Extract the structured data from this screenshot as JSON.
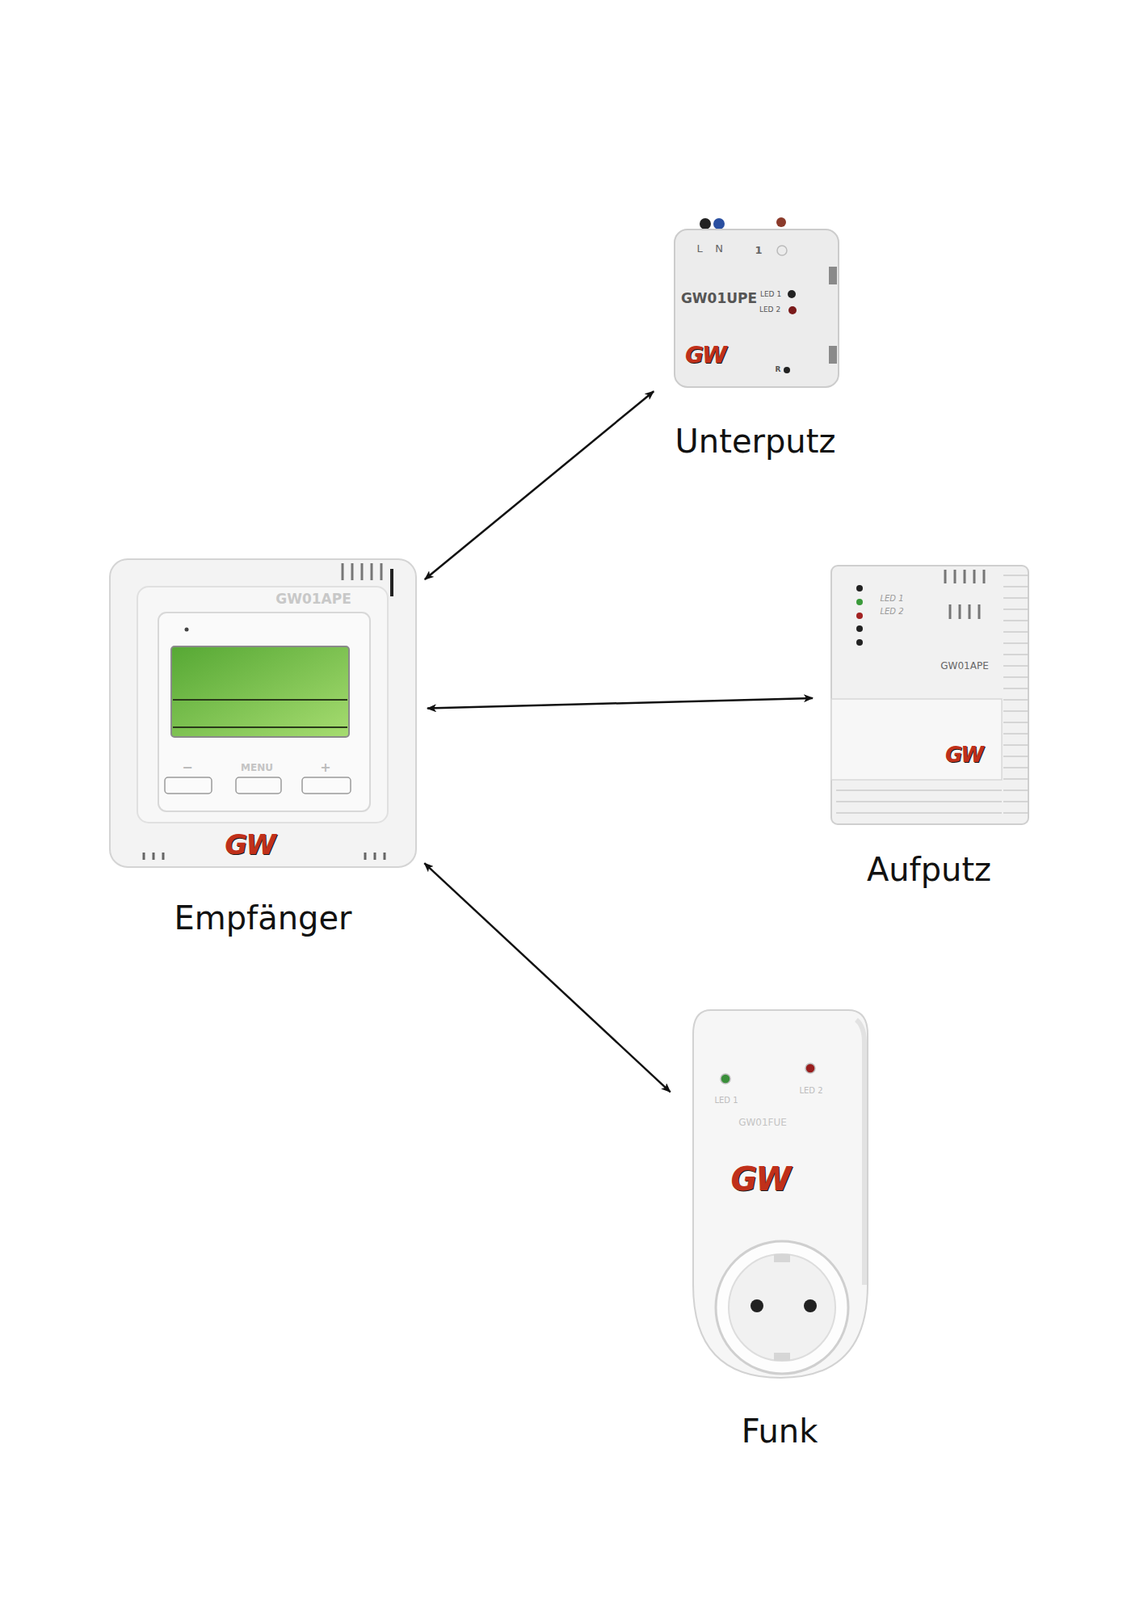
{
  "diagram": {
    "nodes": [
      {
        "text": [
          "Unterputz"
        ]
      },
      {
        "text": [
          "Empfänger"
        ]
      },
      {
        "text": [
          "Aufputz"
        ]
      },
      {
        "text": [
          "Funk"
        ]
      }
    ],
    "edges": [
      {
        "from": 1,
        "to": 0,
        "arrow": "both"
      },
      {
        "from": 1,
        "to": 2,
        "arrow": "both"
      },
      {
        "from": 1,
        "to": 3,
        "arrow": "both"
      }
    ],
    "labels": [
      "L",
      "N",
      "1",
      "GW01UPE",
      "LED 1",
      "LED 2",
      "R",
      "GW",
      "GW01APE",
      "−",
      "MENU",
      "+",
      "GW",
      "LED 1",
      "LED 2",
      "GW01APE",
      "GW",
      "LED 1",
      "LED 2",
      "GW01FUE",
      "GW"
    ]
  }
}
